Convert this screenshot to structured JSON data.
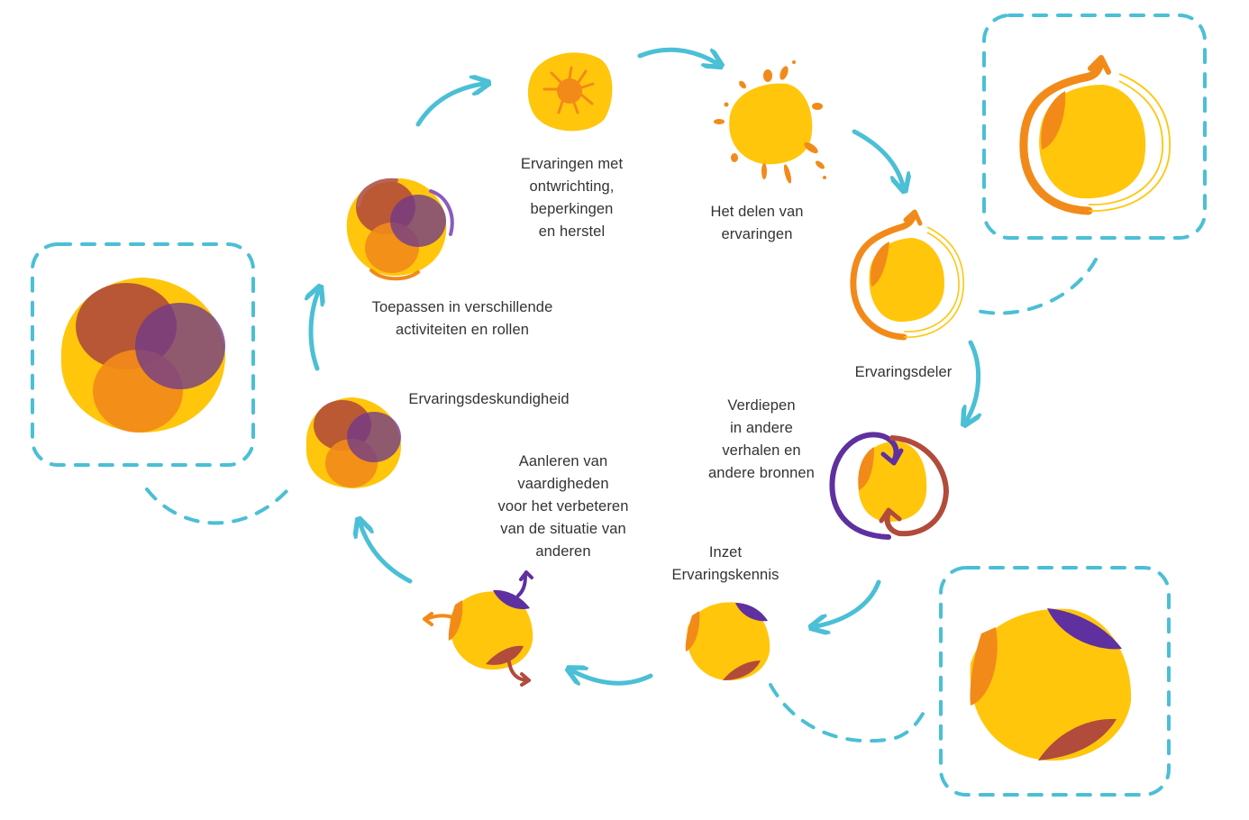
{
  "colors": {
    "yellow": "#FFC60B",
    "orange": "#F28A1A",
    "rust": "#B14B3B",
    "purple": "#5E30A0",
    "mauve": "#8E5A72",
    "brown": "#B75533",
    "teal": "#4BBFD6",
    "text": "#333333"
  },
  "stages": [
    {
      "id": "ervaringen",
      "label": "Ervaringen met\nontwrichting,\nbeperkingen\nen herstel",
      "icon": "splat-center-icon"
    },
    {
      "id": "delen",
      "label": "Het delen van\nervaringen",
      "icon": "splash-icon"
    },
    {
      "id": "ervaringsdeler",
      "label": "Ervaringsdeler",
      "icon": "circular-arrow-icon"
    },
    {
      "id": "verdiepen",
      "label": "Verdiepen\nin andere\nverhalen en\nandere bronnen",
      "icon": "cycle-arrows-icon"
    },
    {
      "id": "inzet",
      "label": "Inzet\nErvaringskennis",
      "icon": "multi-patch-ball-icon"
    },
    {
      "id": "aanleren",
      "label": "Aanleren van\nvaardigheden\nvoor het verbeteren\nvan de situatie van\nanderen",
      "icon": "outgoing-arrows-ball-icon"
    },
    {
      "id": "deskundigheid",
      "label": "Ervaringsdeskundigheid",
      "icon": "overlapping-circles-icon"
    },
    {
      "id": "toepassen",
      "label": "Toepassen in verschillende\nactiviteiten en rollen",
      "icon": "overlapping-circles-arcs-icon"
    }
  ],
  "callouts": [
    {
      "id": "callout-ervaringsdeler",
      "refers_to": "ervaringsdeler"
    },
    {
      "id": "callout-inzet",
      "refers_to": "inzet"
    },
    {
      "id": "callout-deskundigheid",
      "refers_to": "deskundigheid"
    }
  ]
}
